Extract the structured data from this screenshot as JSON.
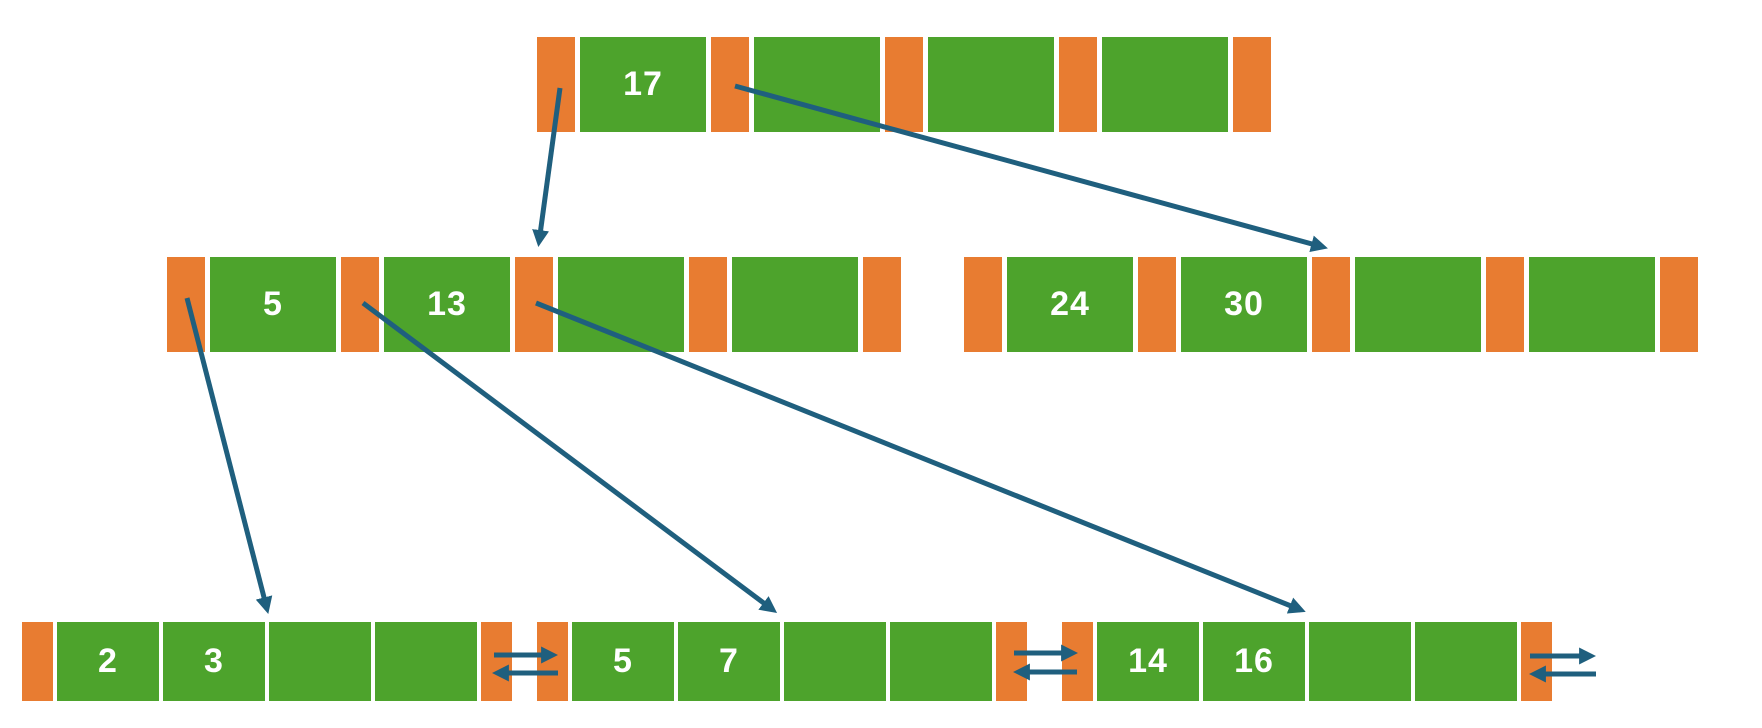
{
  "diagram": {
    "type": "b-plus-tree",
    "colors": {
      "pointer_cell": "#e87c31",
      "key_cell": "#4da32c",
      "arrow": "#1f5f7e",
      "key_text": "#ffffff",
      "background": "#ffffff"
    },
    "nodes": [
      {
        "id": "root",
        "type": "internal",
        "keys": [
          "17",
          "",
          "",
          ""
        ]
      },
      {
        "id": "internal-left",
        "type": "internal",
        "keys": [
          "5",
          "13",
          "",
          ""
        ]
      },
      {
        "id": "internal-right",
        "type": "internal",
        "keys": [
          "24",
          "30",
          "",
          ""
        ]
      },
      {
        "id": "leaf-1",
        "type": "leaf",
        "keys": [
          "2",
          "3",
          "",
          ""
        ]
      },
      {
        "id": "leaf-2",
        "type": "leaf",
        "keys": [
          "5",
          "7",
          "",
          ""
        ]
      },
      {
        "id": "leaf-3",
        "type": "leaf",
        "keys": [
          "14",
          "16",
          "",
          ""
        ]
      }
    ],
    "edges": [
      {
        "from": "root.pointer-1",
        "to": "internal-left",
        "style": "arrow"
      },
      {
        "from": "root.pointer-2",
        "to": "internal-right",
        "style": "arrow"
      },
      {
        "from": "internal-left.pointer-1",
        "to": "leaf-1",
        "style": "arrow"
      },
      {
        "from": "internal-left.pointer-2",
        "to": "leaf-2",
        "style": "arrow"
      },
      {
        "from": "internal-left.pointer-3",
        "to": "leaf-3",
        "style": "arrow"
      },
      {
        "from": "leaf-1",
        "to": "leaf-2",
        "style": "double-link"
      },
      {
        "from": "leaf-2",
        "to": "leaf-3",
        "style": "double-link"
      },
      {
        "from": "leaf-3",
        "to": "next",
        "style": "double-link"
      }
    ]
  }
}
